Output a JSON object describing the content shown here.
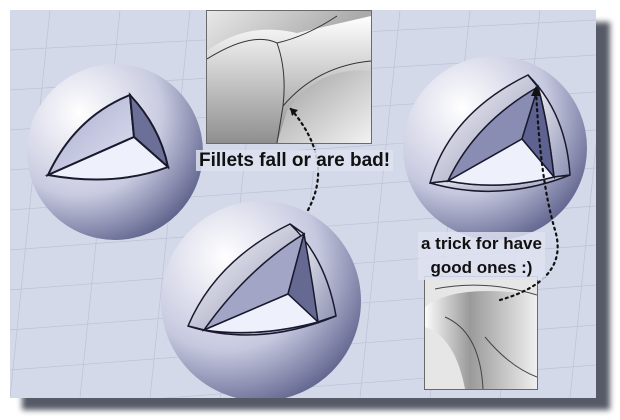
{
  "captions": {
    "problem": "Fillets fall or are bad!",
    "trick_line1": "a trick for have",
    "trick_line2": "good ones :)"
  },
  "colors": {
    "background": "#d4d9e9",
    "grid_line": "#b9bfd4",
    "sphere_light": "#ffffff",
    "sphere_dark": "#5a5f86",
    "face_fill": "#eef0fb",
    "edge": "#1a1a2e"
  }
}
